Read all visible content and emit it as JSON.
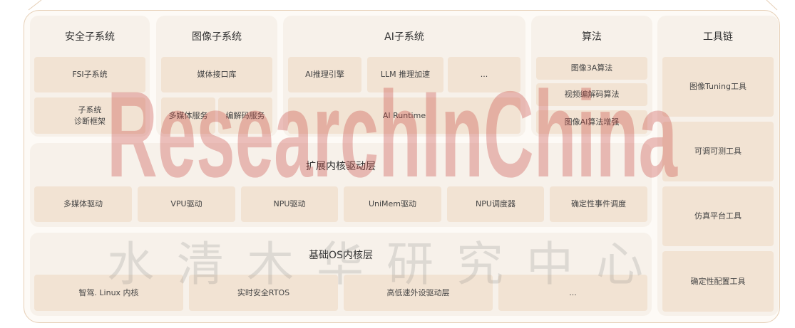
{
  "columns": {
    "safety": {
      "title": "安全子系统",
      "fsi": "FSI子系统",
      "diag_line1": "子系统",
      "diag_line2": "诊断框架"
    },
    "image": {
      "title": "图像子系统",
      "media_api": "媒体接口库",
      "multimedia_service": "多媒体服务",
      "codec_service": "编解码服务"
    },
    "ai": {
      "title": "AI子系统",
      "inference_engine": "AI推理引擎",
      "llm_accel": "LLM 推理加速",
      "more": "...",
      "runtime": "AI Runtime"
    },
    "algorithm": {
      "title": "算法",
      "items": [
        "图像3A算法",
        "视频编解码算法",
        "图像AI算法增强"
      ]
    },
    "toolchain": {
      "title": "工具链",
      "items": [
        "图像Tuning工具",
        "可调可测工具",
        "仿真平台工具",
        "确定性配置工具"
      ]
    }
  },
  "ext_kernel": {
    "title": "扩展内核驱动层",
    "items": [
      "多媒体驱动",
      "VPU驱动",
      "NPU驱动",
      "UniMem驱动",
      "NPU调度器",
      "确定性事件调度"
    ]
  },
  "base_os": {
    "title": "基础OS内核层",
    "items": [
      "智驾. Linux 内核",
      "实时安全RTOS",
      "高低速外设驱动层",
      "..."
    ]
  },
  "watermark": {
    "latin": "ResearchInChina",
    "chinese": "水清木华研究中心"
  },
  "colors": {
    "panel": "#f7f1ea",
    "box": "#f2e3d3",
    "frame_border": "#e6cfb6",
    "watermark_red": "#c8453f"
  }
}
